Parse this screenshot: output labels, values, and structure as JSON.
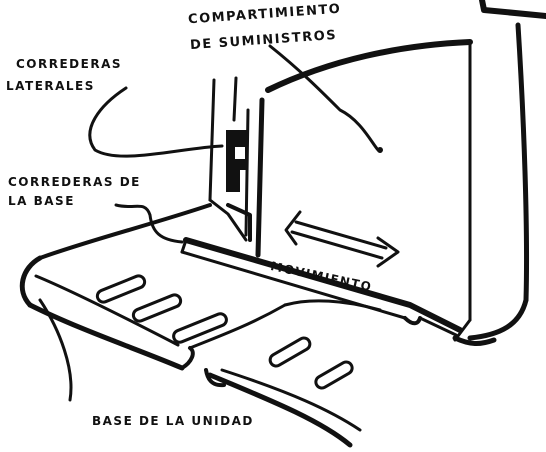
{
  "labels": {
    "supplies_compartment": [
      "COMPARTIMIENTO",
      "DE SUMINISTROS"
    ],
    "side_slides": [
      "CORREDERAS",
      "LATERALES"
    ],
    "base_slides": [
      "CORREDERAS DE",
      "LA BASE"
    ],
    "movement": "MOVIMIENTO",
    "unit_base": "BASE DE LA UNIDAD"
  },
  "colors": {
    "ink": "#111111",
    "paper": "#ffffff"
  },
  "icons": [
    "double-arrow-icon"
  ]
}
